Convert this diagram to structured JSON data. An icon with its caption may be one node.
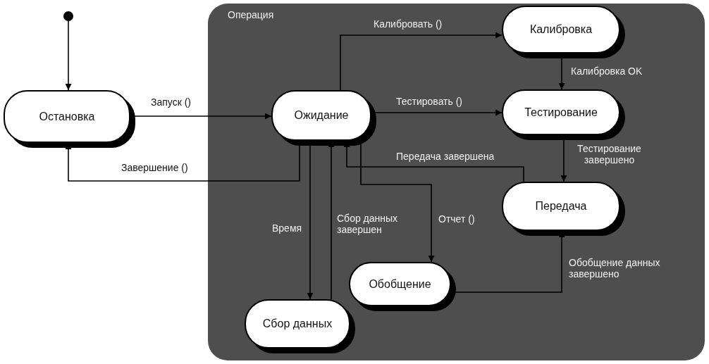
{
  "diagram": {
    "nodes": [
      {
        "text": [],
        "shape": "circle"
      },
      {
        "text": [
          "Остановка"
        ]
      },
      {
        "text": [
          "Операция"
        ]
      },
      {
        "text": [
          "Ожидание"
        ],
        "in": 2
      },
      {
        "text": [
          "Калибровка"
        ],
        "in": 2
      },
      {
        "text": [
          "Тестирование"
        ],
        "in": 2
      },
      {
        "text": [
          "Передача"
        ],
        "in": 2
      },
      {
        "text": [
          "Сбор данных"
        ],
        "in": 2
      },
      {
        "text": [
          "Обобщение"
        ],
        "in": 2
      }
    ],
    "edges": [
      {
        "from": 0,
        "to": 1,
        "arrow": "to"
      },
      {
        "from": 1,
        "to": 3,
        "arrow": "to",
        "label": "Запуск ()"
      },
      {
        "from": 3,
        "to": 1,
        "arrow": "to",
        "label": "Завершение ()"
      },
      {
        "from": 3,
        "to": 4,
        "arrow": "to",
        "label": "Калибровать ()"
      },
      {
        "from": 3,
        "to": 5,
        "arrow": "to",
        "label": "Тестировать ()"
      },
      {
        "from": 4,
        "to": 5,
        "arrow": "to",
        "label": "Калибровка OK"
      },
      {
        "from": 5,
        "to": 6,
        "arrow": "to",
        "label": "Тестирование завершено"
      },
      {
        "from": 6,
        "to": 3,
        "arrow": "to",
        "label": "Передача завершена"
      },
      {
        "from": 3,
        "to": 8,
        "arrow": "to",
        "label": "Отчет ()"
      },
      {
        "from": 3,
        "to": 7,
        "arrow": "to",
        "label": "Время"
      },
      {
        "from": 7,
        "to": 3,
        "arrow": "to",
        "label": "Сбор данных завершен"
      },
      {
        "from": 8,
        "to": 6,
        "arrow": "to",
        "label": "Обобщение данных завершено"
      }
    ]
  }
}
